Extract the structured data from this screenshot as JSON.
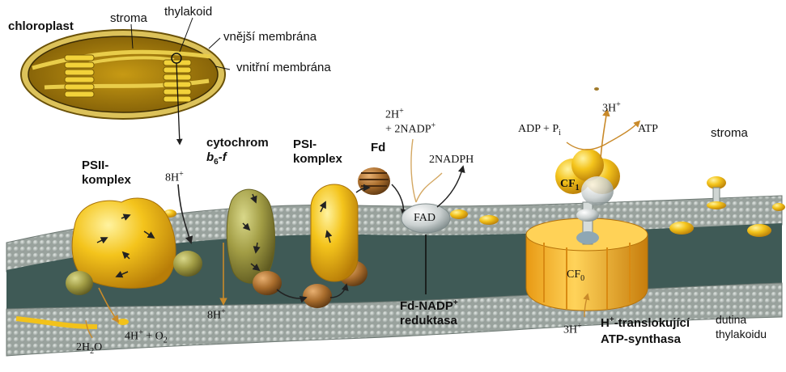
{
  "labels": {
    "chloroplast": "chloroplast",
    "stroma_top": "stroma",
    "thylakoid": "thylakoid",
    "outer_membrane": "vnější membrána",
    "inner_membrane": "vnitřní membrána",
    "psii_1": "PSII-",
    "psii_2": "komplex",
    "cytochrom": "cytochrom",
    "b6f_b": "b",
    "b6f_sub": "6",
    "b6f_f": "-f",
    "psi_1": "PSI-",
    "psi_2": "komplex",
    "fd": "Fd",
    "fad": "FAD",
    "fdnadp_1": "Fd-NADP",
    "fdnadp_sup": "+",
    "fdnadp_2": "reduktasa",
    "h_transloc_h": "H",
    "h_transloc_sup": "+",
    "h_transloc_1": "-translokující",
    "h_transloc_2": "ATP-synthasa",
    "stroma_right": "stroma",
    "lumen_1": "dutina",
    "lumen_2": "thylakoidu",
    "cf1": "CF",
    "cf1_sub": "1",
    "cf0": "CF",
    "cf0_sub": "0"
  },
  "chem": {
    "h8_top": "8H",
    "h8_top_sup": "+",
    "h8_bottom": "8H",
    "h8_bottom_sup": "+",
    "h2o": "2H",
    "h2o_sub": "2",
    "h2o_end": "O",
    "products": "4H",
    "products_sup": "+",
    "products_mid": " + O",
    "products_sub": "2",
    "h2_line": "2H",
    "h2_sup": "+",
    "nadp_line": "+ 2NADP",
    "nadp_sup": "+",
    "nadph": "2NADPH",
    "h3_top": "3H",
    "h3_top_sup": "+",
    "adp": "ADP + P",
    "adp_sub": "i",
    "atp": "ATP",
    "h3_bottom": "3H",
    "h3_bottom_sup": "+"
  },
  "colors": {
    "membrane_head": "#a9b1ac",
    "membrane_core": "#3f5a56",
    "protein_yellow": "#f2c21a",
    "cytochrome": "#9e9a3e",
    "copper": "#a0692a",
    "chloroplast_fill": "#b08a12",
    "atp_synthase": "#f5b62e"
  }
}
